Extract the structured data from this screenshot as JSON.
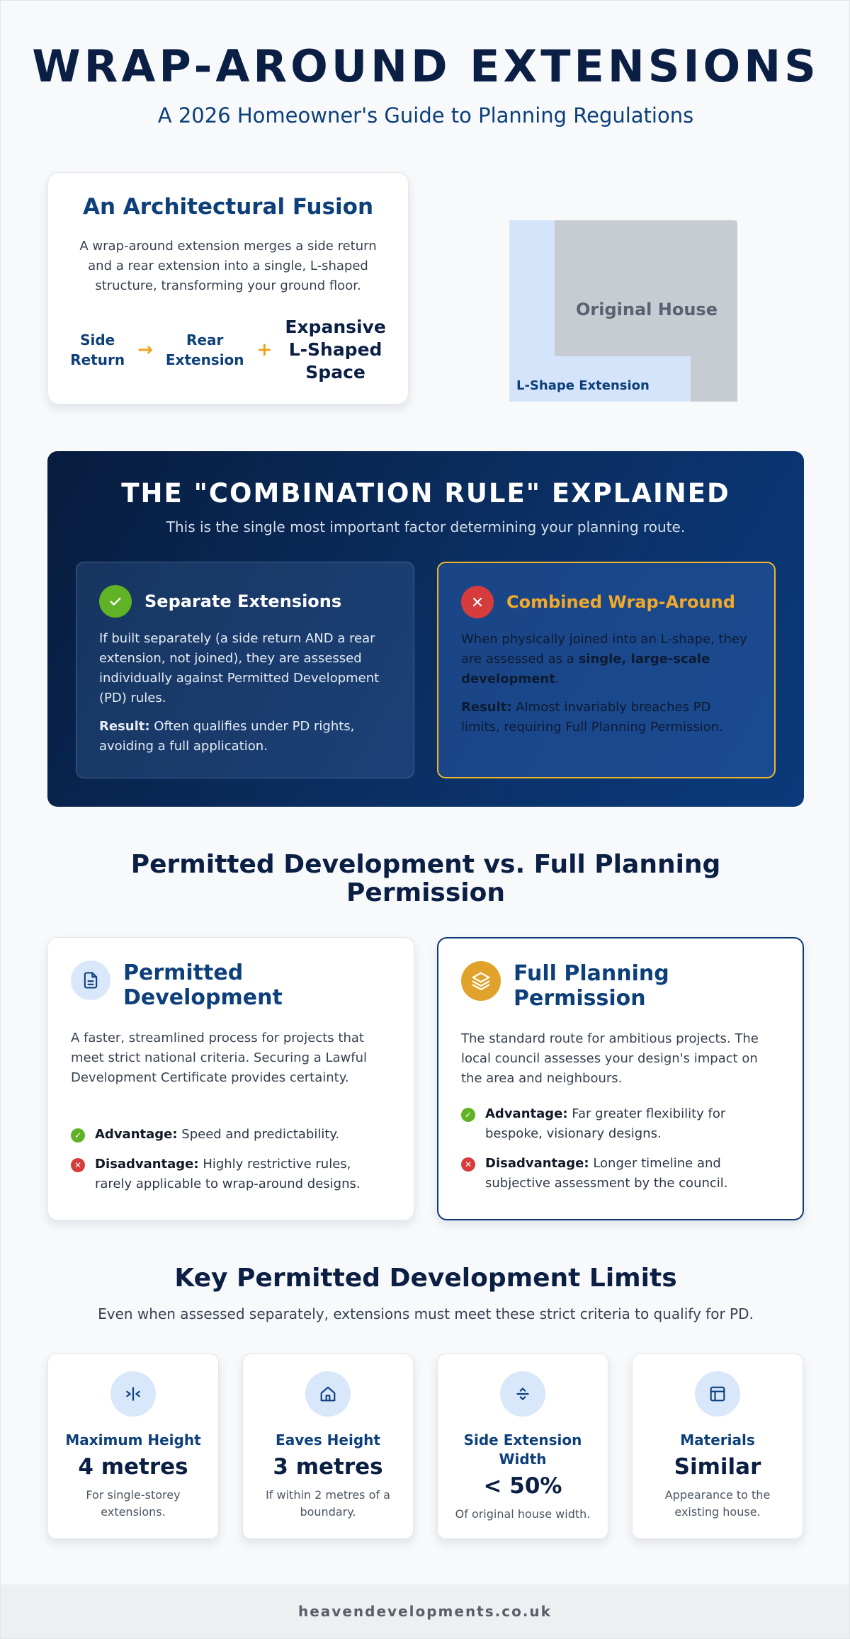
{
  "header": {
    "title": "WRAP-AROUND EXTENSIONS",
    "subtitle": "A 2026 Homeowner's Guide to Planning Regulations"
  },
  "fusion": {
    "title": "An Architectural Fusion",
    "description": "A wrap-around extension merges a side return and a rear extension into a single, L-shaped structure, transforming your ground floor.",
    "term_1_line_1": "Side",
    "term_1_line_2": "Return",
    "arrow": "→",
    "term_2_line_1": "Rear",
    "term_2_line_2": "Extension",
    "plus": "+",
    "result_line_1": "Expansive",
    "result_line_2": "L-Shaped",
    "result_line_3": "Space",
    "diagram_house_label": "Original House",
    "diagram_extension_label": "L-Shape Extension"
  },
  "combination": {
    "title": "THE \"COMBINATION RULE\" EXPLAINED",
    "lead": "This is the single most important factor determining your planning route.",
    "separate": {
      "title": "Separate Extensions",
      "body": "If built separately (a side return AND a rear extension, not joined), they are assessed individually against Permitted Development (PD) rules.",
      "result_label": "Result:",
      "result_text": " Often qualifies under PD rights, avoiding a full application."
    },
    "combined": {
      "title": "Combined Wrap-Around",
      "body_prefix": "When physically joined into an L-shape, they are assessed as a ",
      "body_bold": "single, large-scale development",
      "body_suffix": ".",
      "result_label": "Result:",
      "result_text": " Almost invariably breaches PD limits, requiring Full Planning Permission."
    }
  },
  "comparison": {
    "title_line_1": "Permitted Development vs. Full Planning",
    "title_line_2": "Permission",
    "pd": {
      "title_line_1": "Permitted",
      "title_line_2": "Development",
      "description": "A faster, streamlined process for projects that meet strict national criteria. Securing a Lawful Development Certificate provides certainty.",
      "advantage_label": "Advantage:",
      "advantage_text": " Speed and predictability.",
      "disadvantage_label": "Disadvantage:",
      "disadvantage_text": " Highly restrictive rules, rarely applicable to wrap-around designs."
    },
    "full": {
      "title_line_1": "Full Planning",
      "title_line_2": "Permission",
      "description": "The standard route for ambitious projects. The local council assesses your design's impact on the area and neighbours.",
      "advantage_label": "Advantage:",
      "advantage_text": " Far greater flexibility for bespoke, visionary designs.",
      "disadvantage_label": "Disadvantage:",
      "disadvantage_text": " Longer timeline and subjective assessment by the council."
    }
  },
  "limits": {
    "title": "Key Permitted Development Limits",
    "lead": "Even when assessed separately, extensions must meet these strict criteria to qualify for PD.",
    "items": [
      {
        "label": "Maximum Height",
        "value": "4 metres",
        "note": "For single-storey extensions.",
        "icon": "height-icon"
      },
      {
        "label": "Eaves Height",
        "value": "3 metres",
        "note": "If within 2 metres of a boundary.",
        "icon": "home-icon"
      },
      {
        "label": "Side Extension Width",
        "value": "< 50%",
        "note": "Of original house width.",
        "icon": "width-icon"
      },
      {
        "label": "Materials",
        "value": "Similar",
        "note": "Appearance to the existing house.",
        "icon": "layout-icon"
      }
    ]
  },
  "footer": {
    "site": "heavendevelopments.co.uk"
  },
  "colors": {
    "navy": "#0b1f44",
    "brand_blue": "#0d3f7a",
    "accent_gold": "#f0a21c",
    "success_green": "#5fb324",
    "danger_red": "#d63c3c"
  }
}
